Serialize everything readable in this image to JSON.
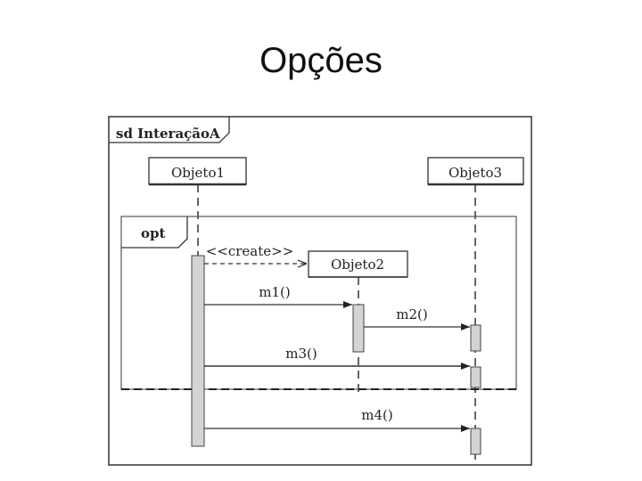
{
  "slide": {
    "title": "Opções"
  },
  "frame": {
    "label": "sd InteraçãoA"
  },
  "lifelines": {
    "objeto1": "Objeto1",
    "objeto2": "Objeto2",
    "objeto3": "Objeto3"
  },
  "fragment": {
    "operator": "opt"
  },
  "messages": {
    "create": "<<create>>",
    "m1": "m1()",
    "m2": "m2()",
    "m3": "m3()",
    "m4": "m4()"
  }
}
